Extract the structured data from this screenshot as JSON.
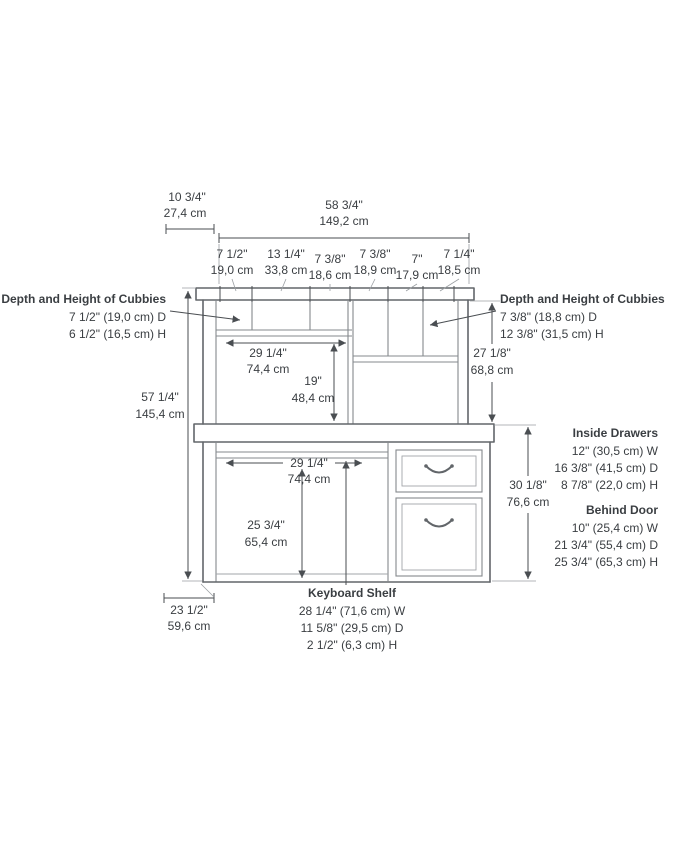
{
  "labels": {
    "top_depth": {
      "in": "10 3/4\"",
      "cm": "27,4 cm"
    },
    "top_width": {
      "in": "58 3/4\"",
      "cm": "149,2 cm"
    },
    "cubbies": [
      {
        "in": "7 1/2\"",
        "cm": "19,0 cm"
      },
      {
        "in": "13 1/4\"",
        "cm": "33,8 cm"
      },
      {
        "in": "7 3/8\"",
        "cm": "18,6 cm"
      },
      {
        "in": "7 3/8\"",
        "cm": "18,9 cm"
      },
      {
        "in": "7\"",
        "cm": "17,9 cm"
      },
      {
        "in": "7 1/4\"",
        "cm": "18,5 cm"
      }
    ],
    "cubbies_left": {
      "title": "Depth and Height of Cubbies",
      "d": "7 1/2\" (19,0 cm) D",
      "h": "6 1/2\" (16,5 cm) H"
    },
    "cubbies_right": {
      "title": "Depth and Height of Cubbies",
      "d": "7 3/8\" (18,8 cm) D",
      "h": "12 3/8\" (31,5 cm) H"
    },
    "hutch_shelf": {
      "in": "29 1/4\"",
      "cm": "74,4 cm"
    },
    "hutch_open": {
      "in": "19\"",
      "cm": "48,4 cm"
    },
    "hutch_height": {
      "in": "27 1/8\"",
      "cm": "68,8 cm"
    },
    "total_height": {
      "in": "57 1/4\"",
      "cm": "145,4 cm"
    },
    "desk_open_w": {
      "in": "29 1/4\"",
      "cm": "74,4 cm"
    },
    "desk_open_h": {
      "in": "25 3/4\"",
      "cm": "65,4 cm"
    },
    "desk_height": {
      "in": "30 1/8\"",
      "cm": "76,6 cm"
    },
    "depth": {
      "in": "23 1/2\"",
      "cm": "59,6 cm"
    },
    "inside_drawers": {
      "title": "Inside Drawers",
      "w": "12\" (30,5 cm) W",
      "d": "16 3/8\" (41,5 cm) D",
      "h": "8 7/8\" (22,0 cm) H"
    },
    "behind_door": {
      "title": "Behind Door",
      "w": "10\" (25,4 cm) W",
      "d": "21 3/4\" (55,4 cm) D",
      "h": "25 3/4\" (65,3 cm) H"
    },
    "keyboard_shelf": {
      "title": "Keyboard Shelf",
      "w": "28 1/4\" (71,6 cm) W",
      "d": "11 5/8\" (29,5 cm) D",
      "h": "2 1/2\" (6,3 cm) H"
    }
  }
}
